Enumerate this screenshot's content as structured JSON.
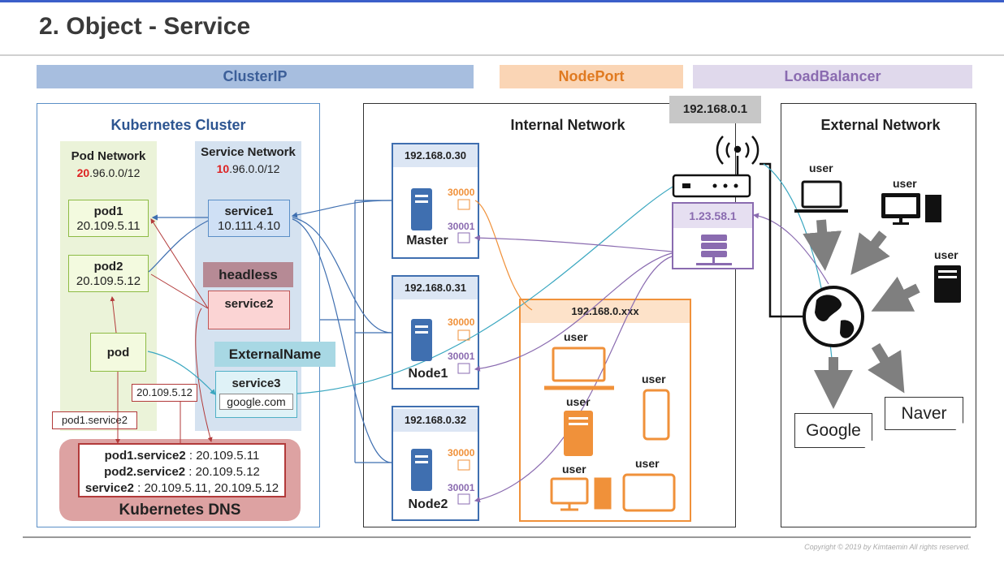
{
  "title": "2. Object - Service",
  "headers": {
    "clusterip": "ClusterIP",
    "nodeport": "NodePort",
    "loadbalancer": "LoadBalancer"
  },
  "cluster": {
    "title": "Kubernetes Cluster",
    "pod_network": {
      "label": "Pod Network",
      "cidr_prefix": "20",
      "cidr_rest": ".96.0.0/12"
    },
    "service_network": {
      "label": "Service Network",
      "cidr_prefix": "10",
      "cidr_rest": ".96.0.0/12"
    },
    "pods": [
      {
        "name": "pod1",
        "ip": "20.109.5.11"
      },
      {
        "name": "pod2",
        "ip": "20.109.5.12"
      },
      {
        "name": "pod"
      }
    ],
    "services": [
      {
        "name": "service1",
        "ip": "10.111.4.10"
      },
      {
        "name": "service2"
      },
      {
        "name": "service3",
        "target": "google.com"
      }
    ],
    "headless_label": "headless",
    "externalname_label": "ExternalName",
    "query_pod_ip": "20.109.5.12",
    "query_dns": "pod1.service2",
    "dns": {
      "title": "Kubernetes DNS",
      "entries": [
        {
          "name": "pod1.service2",
          "sep": " : ",
          "value": "20.109.5.11"
        },
        {
          "name": "pod2.service2",
          "sep": " : ",
          "value": "20.109.5.12"
        },
        {
          "name": "service2",
          "sep": " : ",
          "value": "20.109.5.11, 20.109.5.12"
        }
      ]
    }
  },
  "internal": {
    "title": "Internal Network",
    "router_ip": "192.168.0.1",
    "lb_ip": "1.23.58.1",
    "nodes": [
      {
        "ip": "192.168.0.30",
        "name": "Master",
        "port1": "30000",
        "port2": "30001"
      },
      {
        "ip": "192.168.0.31",
        "name": "Node1",
        "port1": "30000",
        "port2": "30001"
      },
      {
        "ip": "192.168.0.32",
        "name": "Node2",
        "port1": "30000",
        "port2": "30001"
      }
    ],
    "subnet": {
      "label": "192.168.0.xxx",
      "users": [
        "user",
        "user",
        "user",
        "user",
        "user"
      ]
    }
  },
  "external": {
    "title": "External Network",
    "users": [
      "user",
      "user",
      "user"
    ],
    "sites": [
      "Google",
      "Naver"
    ]
  },
  "copyright": "Copyright © 2019 by Kimtaemin All rights reserved.",
  "colors": {
    "clusterip": "#a7bedf",
    "nodeport": "#fad5b5",
    "loadbalancer": "#e0d9ec",
    "pod_green": "#ebf3d9",
    "service_blue": "#d5e2f0",
    "red": "#b23a3a",
    "orange": "#f0913a",
    "purple": "#8a6bb0",
    "blue": "#3f6fb0"
  }
}
